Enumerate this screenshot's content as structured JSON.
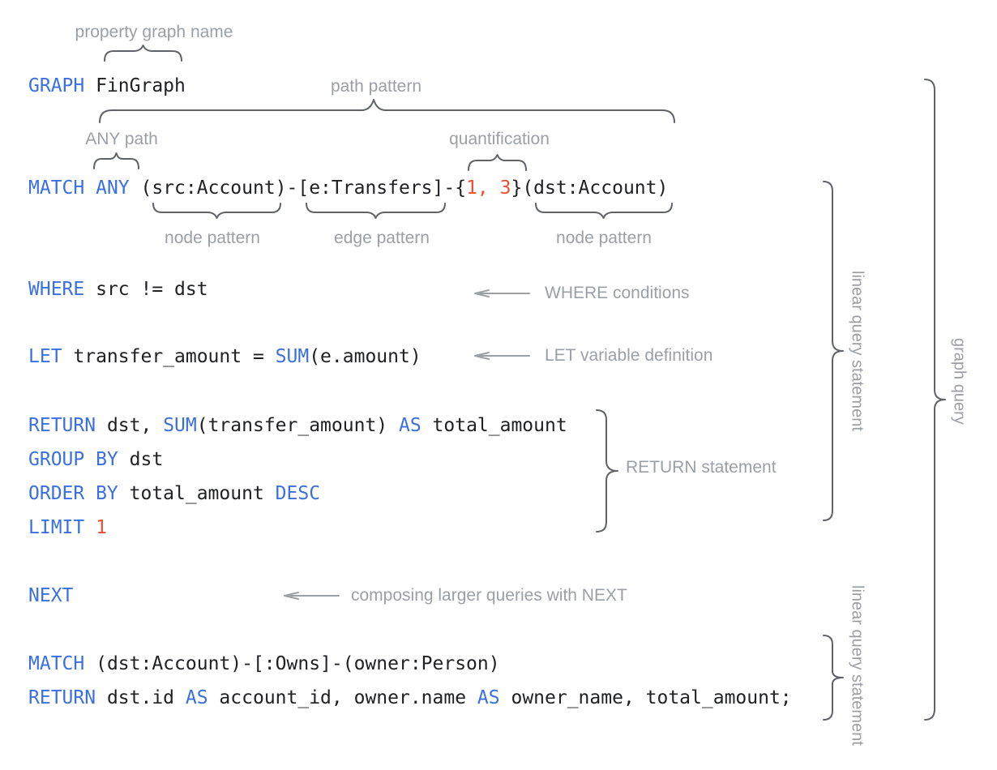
{
  "palette": {
    "background": "#ffffff",
    "keyword": "#3a70e2",
    "code_text": "#202124",
    "number": "#ec4f32",
    "label_gray": "#9aa0a6",
    "brace_gray": "#5f6368"
  },
  "annotations": {
    "property_graph_name": "property graph name",
    "path_pattern": "path pattern",
    "any_path": "ANY path",
    "quantification": "quantification",
    "node_pattern_src": "node pattern",
    "edge_pattern": "edge pattern",
    "node_pattern_dst": "node pattern",
    "where_conditions": "WHERE conditions",
    "let_variable_definition": "LET variable definition",
    "return_statement": "RETURN statement",
    "composing_next": "composing larger queries with NEXT",
    "linear_query_statement_1": "linear query statement",
    "linear_query_statement_2": "linear query statement",
    "graph_query": "graph query"
  },
  "code": {
    "lines": [
      {
        "id": "graph-clause",
        "segments": [
          {
            "text": "GRAPH",
            "type": "keyword"
          },
          {
            "text": " FinGraph",
            "type": "plain"
          }
        ]
      },
      {
        "id": "match-clause",
        "segments": [
          {
            "text": "MATCH",
            "type": "keyword"
          },
          {
            "text": " ",
            "type": "plain"
          },
          {
            "text": "ANY",
            "type": "keyword"
          },
          {
            "text": " (src:Account)-[e:Transfers]-{",
            "type": "plain"
          },
          {
            "text": "1, 3",
            "type": "number"
          },
          {
            "text": "}(dst:Account)",
            "type": "plain"
          }
        ]
      },
      {
        "id": "where-clause",
        "segments": [
          {
            "text": "WHERE",
            "type": "keyword"
          },
          {
            "text": " src != dst",
            "type": "plain"
          }
        ]
      },
      {
        "id": "let-clause",
        "segments": [
          {
            "text": "LET",
            "type": "keyword"
          },
          {
            "text": " transfer_amount = ",
            "type": "plain"
          },
          {
            "text": "SUM",
            "type": "keyword"
          },
          {
            "text": "(e.amount)",
            "type": "plain"
          }
        ]
      },
      {
        "id": "return-clause",
        "segments": [
          {
            "text": "RETURN",
            "type": "keyword"
          },
          {
            "text": " dst, ",
            "type": "plain"
          },
          {
            "text": "SUM",
            "type": "keyword"
          },
          {
            "text": "(transfer_amount) ",
            "type": "plain"
          },
          {
            "text": "AS",
            "type": "keyword"
          },
          {
            "text": " total_amount",
            "type": "plain"
          }
        ]
      },
      {
        "id": "group-by-clause",
        "segments": [
          {
            "text": "GROUP BY",
            "type": "keyword"
          },
          {
            "text": " dst",
            "type": "plain"
          }
        ]
      },
      {
        "id": "order-by-clause",
        "segments": [
          {
            "text": "ORDER BY",
            "type": "keyword"
          },
          {
            "text": " total_amount ",
            "type": "plain"
          },
          {
            "text": "DESC",
            "type": "keyword"
          }
        ]
      },
      {
        "id": "limit-clause",
        "segments": [
          {
            "text": "LIMIT",
            "type": "keyword"
          },
          {
            "text": " ",
            "type": "plain"
          },
          {
            "text": "1",
            "type": "number"
          }
        ]
      },
      {
        "id": "next-clause",
        "segments": [
          {
            "text": "NEXT",
            "type": "keyword"
          }
        ]
      },
      {
        "id": "match-clause-2",
        "segments": [
          {
            "text": "MATCH",
            "type": "keyword"
          },
          {
            "text": " (dst:Account)-[:Owns]-(owner:Person)",
            "type": "plain"
          }
        ]
      },
      {
        "id": "return-clause-2",
        "segments": [
          {
            "text": "RETURN",
            "type": "keyword"
          },
          {
            "text": " dst.id ",
            "type": "plain"
          },
          {
            "text": "AS",
            "type": "keyword"
          },
          {
            "text": " account_id, owner.name ",
            "type": "plain"
          },
          {
            "text": "AS",
            "type": "keyword"
          },
          {
            "text": " owner_name, total_amount;",
            "type": "plain"
          }
        ]
      }
    ]
  }
}
